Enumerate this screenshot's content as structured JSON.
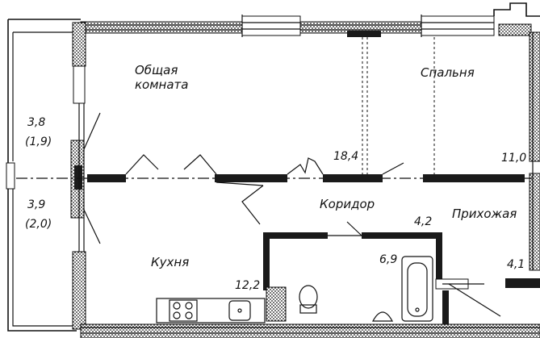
{
  "rooms": {
    "living_room": {
      "name_line1": "Общая",
      "name_line2": "комната",
      "area": "18,4"
    },
    "bedroom": {
      "name": "Спальня",
      "area": "11,0"
    },
    "corridor": {
      "name": "Коридор",
      "area": "4,2"
    },
    "hallway": {
      "name": "Прихожая",
      "area": "4,1"
    },
    "kitchen": {
      "name": "Кухня",
      "area": "12,2"
    },
    "bathroom": {
      "area": "6,9"
    }
  },
  "balcony": {
    "upper": {
      "area": "3,8",
      "sub_area": "(1,9)"
    },
    "lower": {
      "area": "3,9",
      "sub_area": "(2,0)"
    }
  },
  "colors": {
    "wall": "#1a1a1a",
    "line": "#111111",
    "background": "#ffffff"
  }
}
